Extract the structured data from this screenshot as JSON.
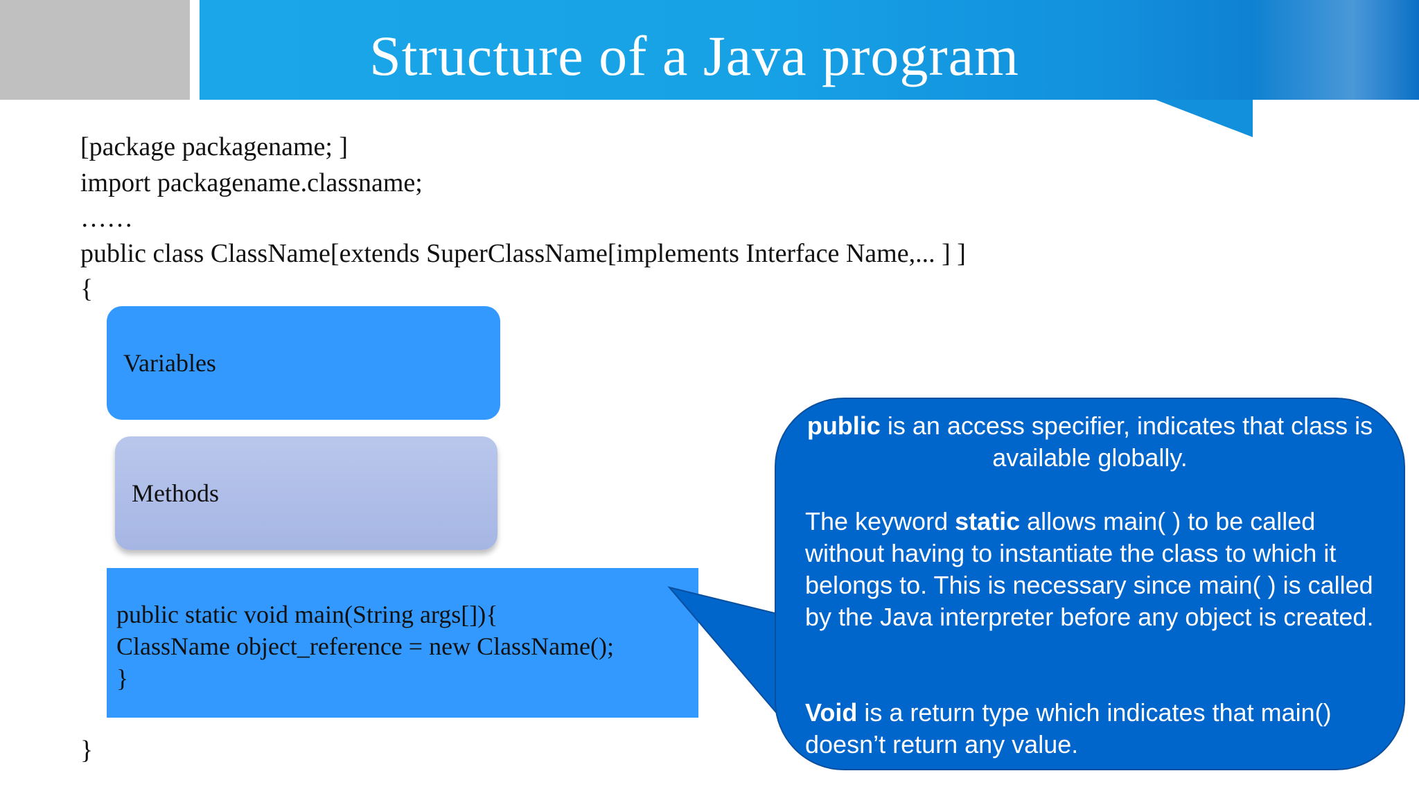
{
  "slide": {
    "title": "Structure of a Java program",
    "code_lines": [
      "[package packagename; ]",
      "import packagename.classname;",
      "……",
      "public class ClassName[extends SuperClassName[implements Interface Name,... ] ]",
      "{",
      "}"
    ],
    "boxes": {
      "variables": "Variables",
      "methods": "Methods",
      "main_lines": [
        "public static void main(String args[]){",
        "ClassName object_reference = new ClassName();",
        "}"
      ]
    },
    "callout": {
      "p1_bold": "public",
      "p1_rest": " is an access specifier, indicates that class is available globally.",
      "p2_pre": "The keyword ",
      "p2_bold": "static",
      "p2_rest": " allows main( ) to be called without having to instantiate the class to which it belongs to. This is necessary since main( ) is called by the Java interpreter before any object is created.",
      "p3_bold": "Void",
      "p3_rest": " is a return type which indicates that main() doesn’t return any value."
    },
    "colors": {
      "banner": "#17a2e6",
      "box_blue": "#3399ff",
      "box_methods": "#aebde8",
      "callout": "#0066cc"
    }
  }
}
